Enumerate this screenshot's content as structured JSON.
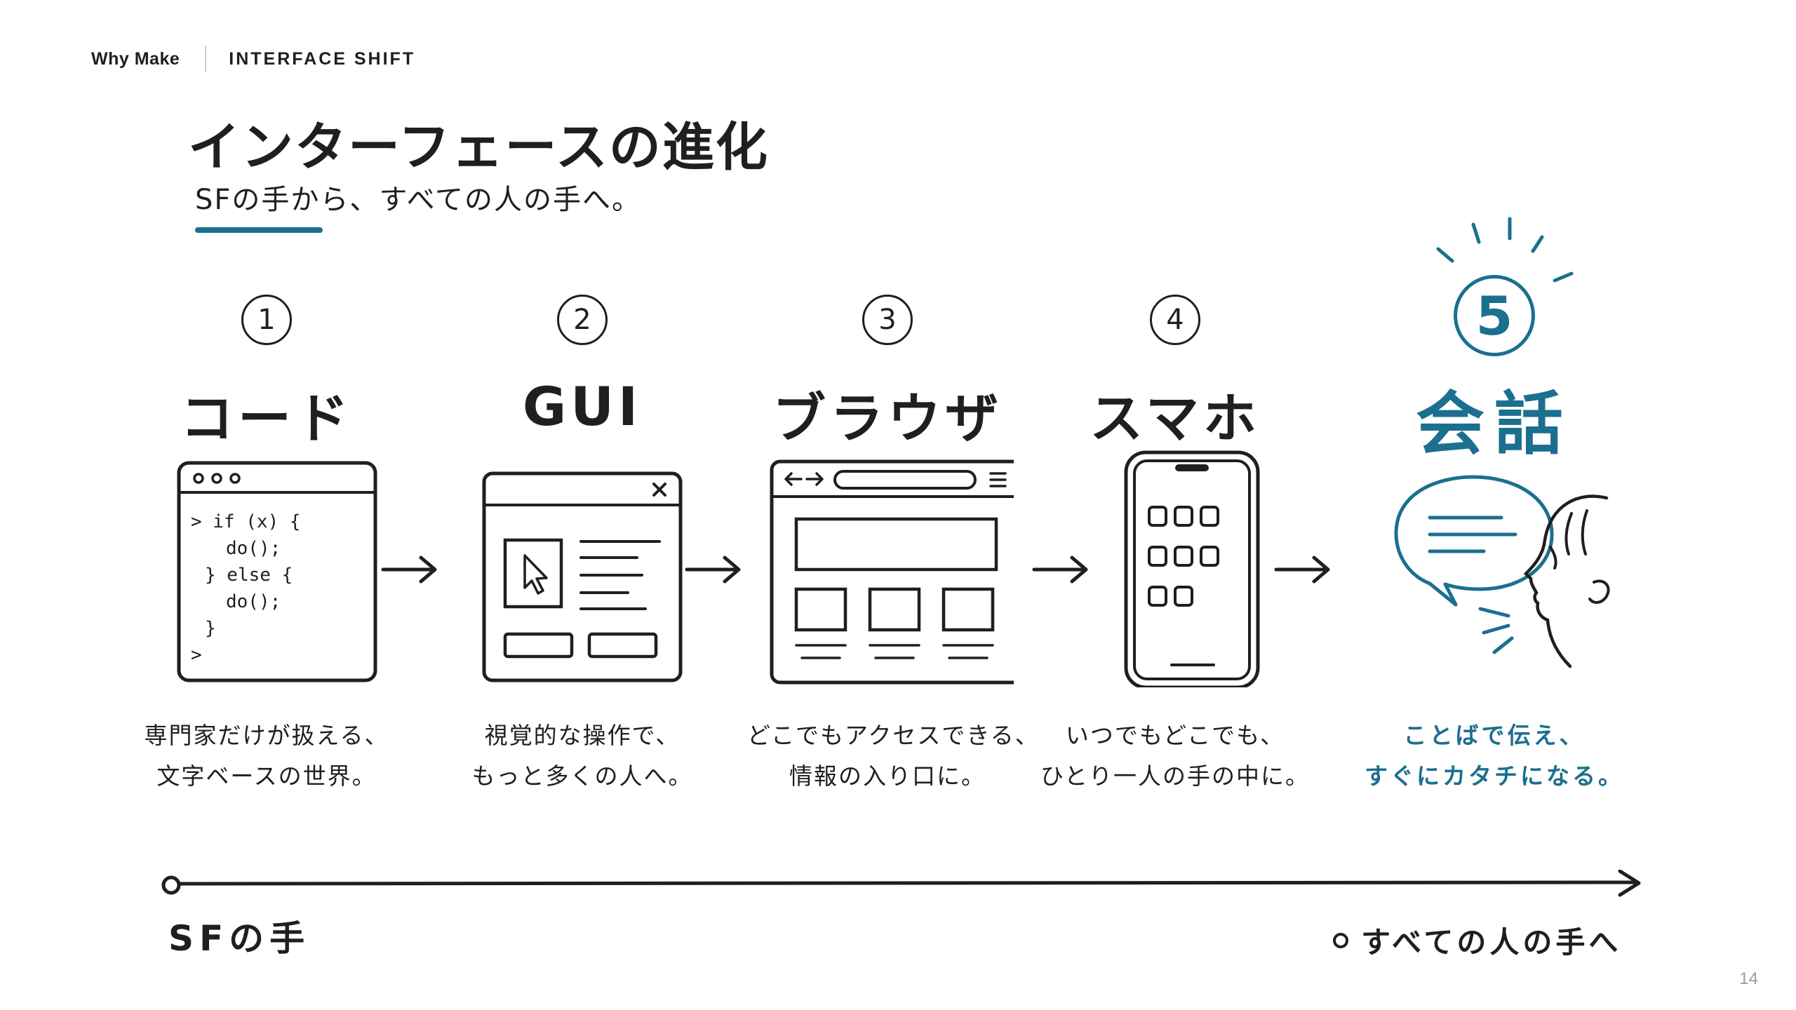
{
  "header": {
    "brand": "Why Make",
    "section": "INTERFACE SHIFT"
  },
  "title": "インターフェースの進化",
  "subtitle": "SFの手から、すべての人の手へ。",
  "stages": [
    {
      "number": "1",
      "label": "コード",
      "desc_line1": "専門家だけが扱える、",
      "desc_line2": "文字ベースの世界。"
    },
    {
      "number": "2",
      "label": "GUI",
      "desc_line1": "視覚的な操作で、",
      "desc_line2": "もっと多くの人へ。"
    },
    {
      "number": "3",
      "label": "ブラウザ",
      "desc_line1": "どこでもアクセスできる、",
      "desc_line2": "情報の入り口に。"
    },
    {
      "number": "4",
      "label": "スマホ",
      "desc_line1": "いつでもどこでも、",
      "desc_line2": "ひとり一人の手の中に。"
    },
    {
      "number": "5",
      "label": "会話",
      "desc_line1": "ことばで伝え、",
      "desc_line2": "すぐにカタチになる。"
    }
  ],
  "code": {
    "line1": "> if (x) {",
    "line2": "do();",
    "line3": "} else {",
    "line4": "do();",
    "line5": "}",
    "line6": ">"
  },
  "timeline": {
    "start": "SFの手",
    "end": "すべての人の手へ"
  },
  "page_number": "14",
  "colors": {
    "accent": "#1b6f8f",
    "ink": "#1f1f1f"
  }
}
